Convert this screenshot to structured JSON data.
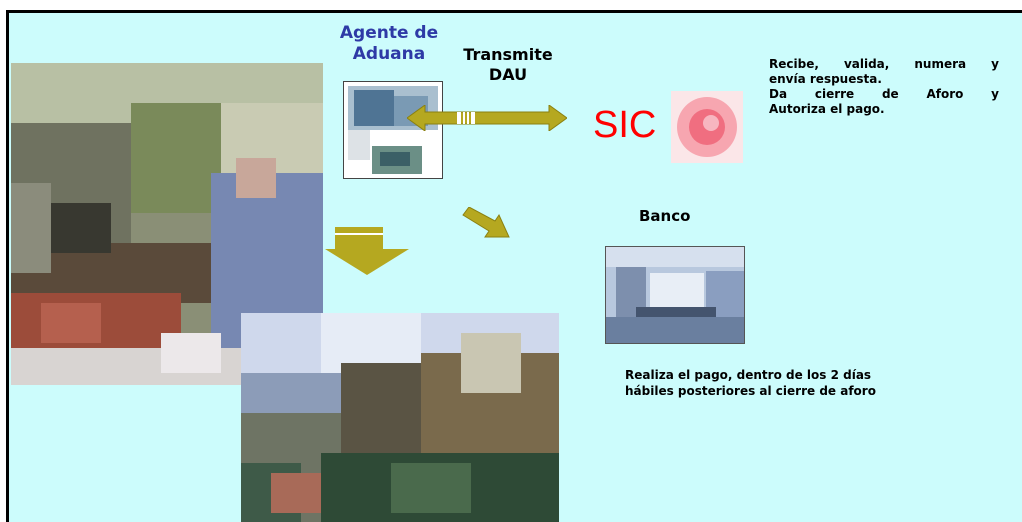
{
  "agent_label": "Agente de\nAduana",
  "transmit_label": "Transmite\nDAU",
  "sic_label": "SIC",
  "sic_response_lines": [
    "Recibe, valida, numera y",
    "envía respuesta.",
    "Da cierre de Aforo y",
    "Autoriza el pago."
  ],
  "bank_label": "Banco",
  "payment_text": "Realiza el pago, dentro de los 2 días hábiles posteriores al cierre de aforo",
  "colors": {
    "background": "#ccfcfc",
    "agent_title": "#2e3aa6",
    "sic_text": "#ff0000",
    "arrow": "#b5a820"
  },
  "icons": [
    "double-arrow-icon",
    "small-arrow-icon",
    "down-arrow-icon",
    "sic-logo-icon"
  ]
}
